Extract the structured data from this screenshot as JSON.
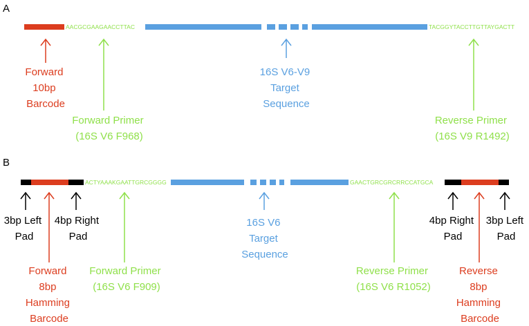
{
  "panel_a": {
    "label": "A",
    "forward_seq": "AACGCGAAGAACCTTAC",
    "reverse_seq": "TACGGYTACCTTGTTAYGACTT",
    "labels": {
      "barcode": [
        "Forward",
        "10bp",
        "Barcode"
      ],
      "forward_primer": [
        "Forward Primer",
        "(16S V6 F968)"
      ],
      "target": [
        "16S V6-V9",
        "Target",
        "Sequence"
      ],
      "reverse_primer": [
        "Reverse Primer",
        "(16S V9 R1492)"
      ]
    }
  },
  "panel_b": {
    "label": "B",
    "forward_seq": "ACTYAAAKGAATTGRCGGGG",
    "reverse_seq": "GAACTGRCGRCRRCCATGCA",
    "labels": {
      "left_pad_1": [
        "3bp Left",
        "Pad"
      ],
      "right_pad_1": [
        "4bp Right",
        "Pad"
      ],
      "forward_barcode": [
        "Forward",
        "8bp",
        "Hamming",
        "Barcode"
      ],
      "forward_primer": [
        "Forward Primer",
        "(16S V6 F909)"
      ],
      "target": [
        "16S V6",
        "Target",
        "Sequence"
      ],
      "reverse_primer": [
        "Reverse Primer",
        "(16S V6 R1052)"
      ],
      "right_pad_2": [
        "4bp Right",
        "Pad"
      ],
      "left_pad_2": [
        "3bp Left",
        "Pad"
      ],
      "reverse_barcode": [
        "Reverse",
        "8bp",
        "Hamming",
        "Barcode"
      ]
    }
  },
  "colors": {
    "barcode": "#dc3d1f",
    "primer": "#8fe04a",
    "target": "#5aa0e0",
    "pad": "#000000"
  }
}
